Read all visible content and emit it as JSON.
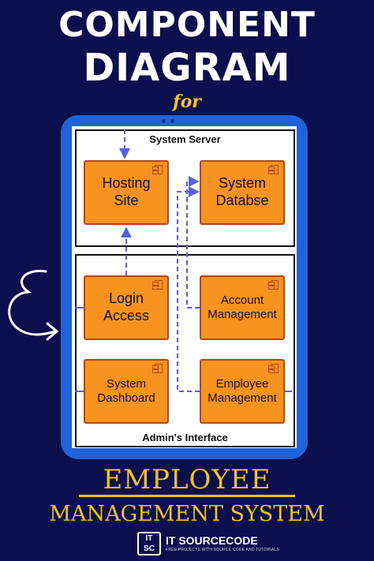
{
  "title": {
    "line1": "COMPONENT",
    "line2": "DIAGRAM",
    "connector": "for"
  },
  "diagram": {
    "server_label": "System Server",
    "admin_label": "Admin's Interface",
    "components": {
      "hosting": "Hosting\nSite",
      "database": "System\nDatabse",
      "login": "Login\nAccess",
      "account": "Account\nManagement",
      "dashboard": "System\nDashboard",
      "employee": "Employee\nManagement"
    }
  },
  "footer": {
    "line1": "EMPLOYEE",
    "line2": "MANAGEMENT SYSTEM"
  },
  "brand": {
    "logo": "IT\nSC",
    "name": "IT SOURCECODE",
    "tagline": "FREE PROJECTS WITH SOURCE CODE AND TUTORIALS"
  },
  "colors": {
    "background": "#0b0f4e",
    "accent": "#f6c21c",
    "tablet": "#1f63d6",
    "component": "#f7931e",
    "connector": "#5b5be8"
  }
}
